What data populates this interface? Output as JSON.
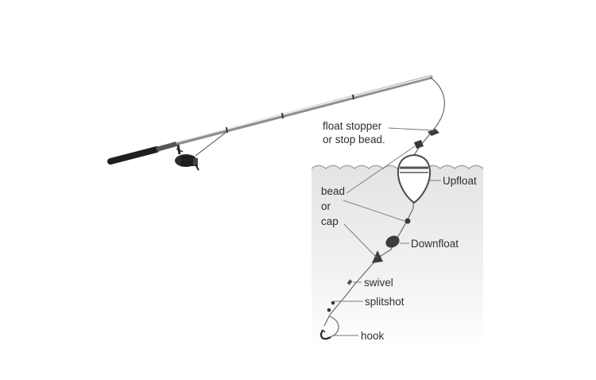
{
  "labels": {
    "float_stopper_line1": "float stopper",
    "float_stopper_line2": "or stop bead.",
    "bead_line1": "bead",
    "bead_line2": "or",
    "bead_line3": "cap",
    "upfloat": "Upfloat",
    "downfloat": "Downfloat",
    "swivel": "swivel",
    "splitshot": "splitshot",
    "hook": "hook"
  },
  "colors": {
    "water_top": "#e6e6e6",
    "water_bottom": "#ffffff",
    "line": "#6a6a6a",
    "rod": "#8a8a8a",
    "handle": "#1e1e1e",
    "tackle": "#3a3a3a",
    "text": "#2e2e2e"
  }
}
